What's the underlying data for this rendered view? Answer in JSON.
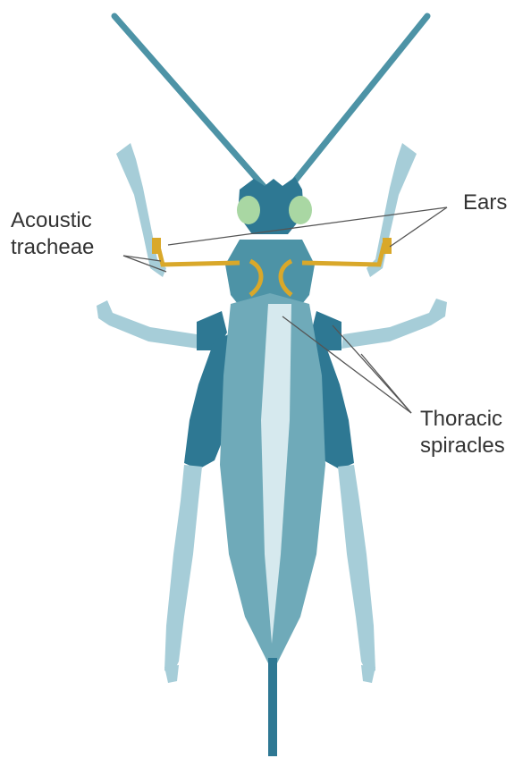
{
  "labels": {
    "acoustic_tracheae": [
      "Acoustic",
      "tracheae"
    ],
    "ears": "Ears",
    "thoracic_spiracles": [
      "Thoracic",
      "spiracles"
    ]
  },
  "colors": {
    "body_dark": "#2e7893",
    "body_mid": "#4d93a6",
    "limb_light": "#a6cdd8",
    "wing": "#6faab9",
    "wing_stripe": "#d6e9ee",
    "eye": "#a9d7a3",
    "trachea": "#d9a82a",
    "leader_line": "#555555",
    "label_text": "#333333"
  }
}
